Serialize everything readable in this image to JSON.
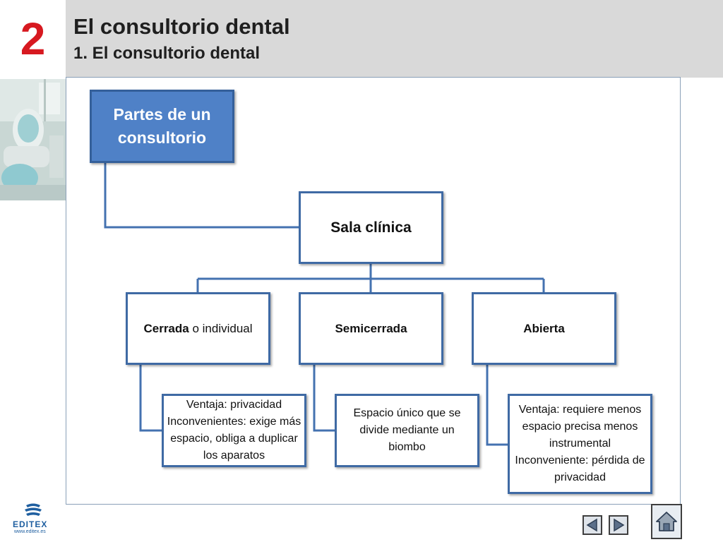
{
  "header": {
    "chapter_number": "2",
    "title": "El consultorio dental",
    "subtitle": "1. El consultorio dental"
  },
  "diagram": {
    "root": {
      "label": "Partes de un consultorio"
    },
    "level1": {
      "label": "Sala clínica"
    },
    "types": [
      {
        "bold": "Cerrada",
        "rest": " o individual",
        "description": [
          "Ventaja: privacidad",
          "Inconvenientes: exige más espacio, obliga a duplicar los aparatos"
        ]
      },
      {
        "bold": "Semicerrada",
        "rest": "",
        "description": [
          "Espacio único que se divide mediante un biombo"
        ]
      },
      {
        "bold": "Abierta",
        "rest": "",
        "description": [
          "Ventaja: requiere menos espacio precisa menos instrumental",
          "Inconveniente: pérdida de privacidad"
        ]
      }
    ]
  },
  "logo": {
    "name": "EDITEX",
    "url": "www.editex.es"
  },
  "navigation": {
    "prev_icon": "triangle-left-icon",
    "next_icon": "triangle-right-icon",
    "home_icon": "home-icon"
  },
  "colors": {
    "root_fill": "#4f81c7",
    "box_border": "#3f6aa4",
    "chapter_number": "#d71920",
    "header_bar": "#d9d9d9"
  }
}
